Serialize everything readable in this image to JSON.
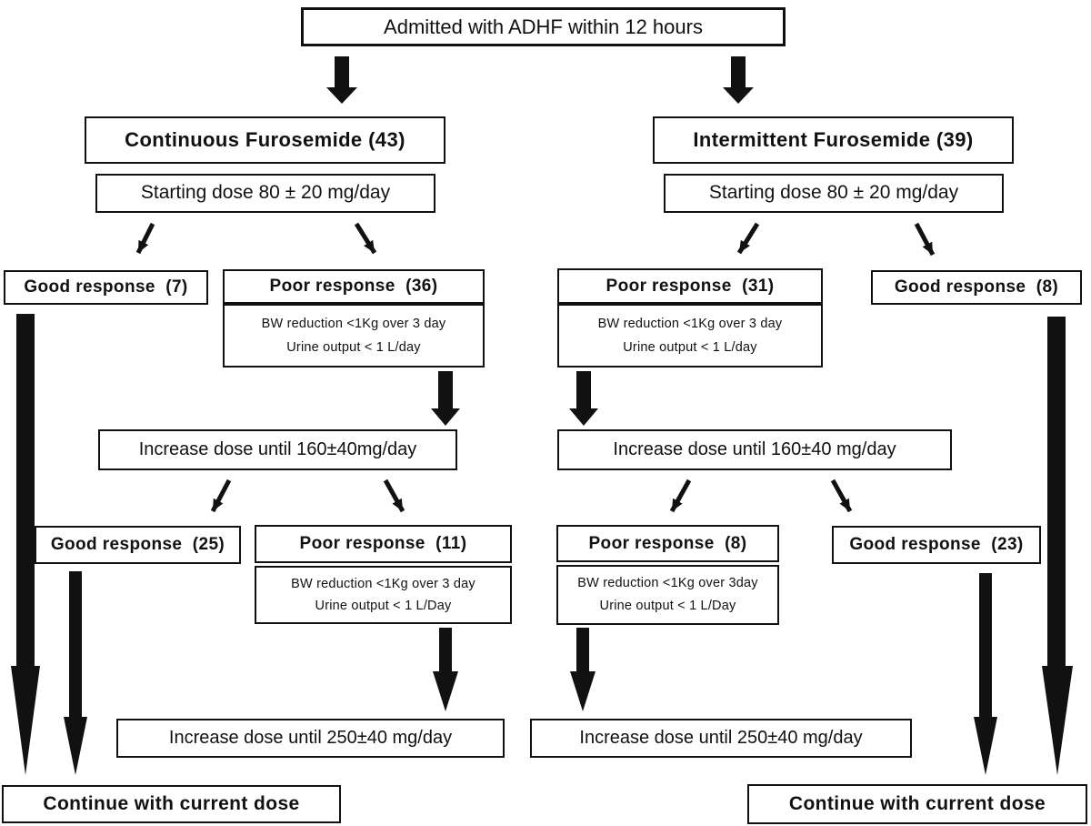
{
  "diagram_title": "ADHF furosemide dosing flowchart",
  "colors": {
    "ink": "#111111",
    "background": "#ffffff"
  },
  "boxes": {
    "admitted": "Admitted with ADHF within 12 hours",
    "continuous": "Continuous Furosemide (43)",
    "intermittent": "Intermittent Furosemide (39)",
    "starting_left": "Starting dose 80 ± 20 mg/day",
    "starting_right": "Starting dose 80 ± 20 mg/day",
    "good7": "Good response  (7)",
    "poor36": "Poor response  (36)",
    "poor36_criteria": [
      "BW reduction <1Kg over 3 day",
      "Urine output < 1 L/day"
    ],
    "poor31": "Poor response  (31)",
    "poor31_criteria": [
      "BW reduction <1Kg over 3 day",
      "Urine output < 1 L/day"
    ],
    "good8": "Good response  (8)",
    "increase160_left": "Increase dose until 160±40mg/day",
    "increase160_right": "Increase dose until 160±40 mg/day",
    "good25": "Good response  (25)",
    "poor11": "Poor response  (11)",
    "poor11_criteria": [
      "BW reduction <1Kg over 3 day",
      "Urine output < 1 L/Day"
    ],
    "poor8": "Poor response  (8)",
    "poor8_criteria": [
      "BW reduction <1Kg over 3day",
      "Urine output < 1 L/Day"
    ],
    "good23": "Good response  (23)",
    "increase250_left": "Increase dose until 250±40 mg/day",
    "increase250_right": "Increase dose until 250±40 mg/day",
    "continue_left": "Continue with current dose",
    "continue_right": "Continue with current dose"
  }
}
